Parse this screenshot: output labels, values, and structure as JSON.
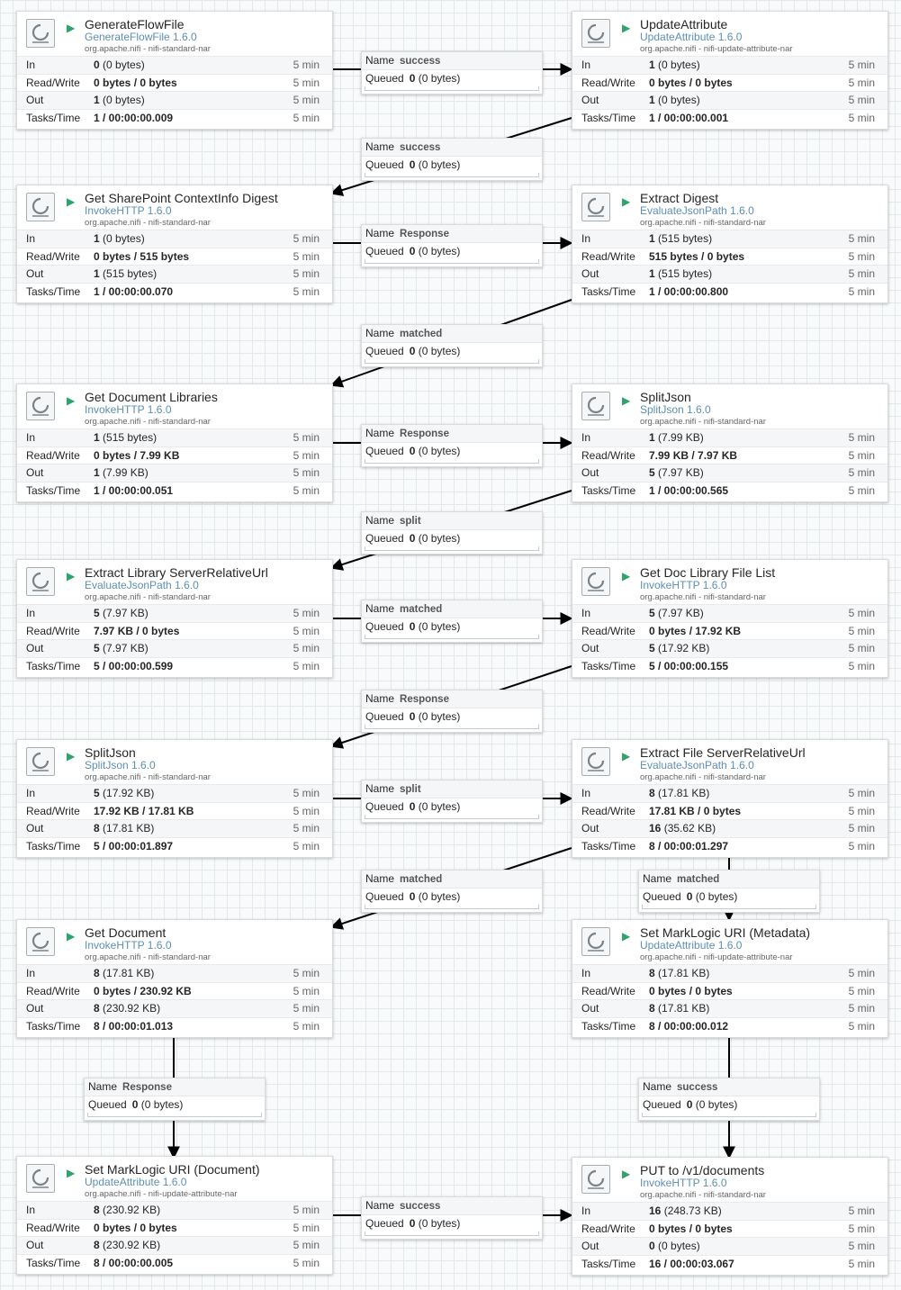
{
  "processors": [
    {
      "name": "GenerateFlowFile",
      "type": "GenerateFlowFile 1.6.0",
      "bundle": "org.apache.nifi - nifi-standard-nar",
      "in_count": "0",
      "in_size": "(0 bytes)",
      "rw": "0 bytes / 0 bytes",
      "out_count": "1",
      "out_size": "(0 bytes)",
      "tasks": "1 / 00:00:00.009",
      "window": "5 min"
    },
    {
      "name": "UpdateAttribute",
      "type": "UpdateAttribute 1.6.0",
      "bundle": "org.apache.nifi - nifi-update-attribute-nar",
      "in_count": "1",
      "in_size": "(0 bytes)",
      "rw": "0 bytes / 0 bytes",
      "out_count": "1",
      "out_size": "(0 bytes)",
      "tasks": "1 / 00:00:00.001",
      "window": "5 min"
    },
    {
      "name": "Get SharePoint ContextInfo Digest",
      "type": "InvokeHTTP 1.6.0",
      "bundle": "org.apache.nifi - nifi-standard-nar",
      "in_count": "1",
      "in_size": "(0 bytes)",
      "rw": "0 bytes / 515 bytes",
      "out_count": "1",
      "out_size": "(515 bytes)",
      "tasks": "1 / 00:00:00.070",
      "window": "5 min"
    },
    {
      "name": "Extract Digest",
      "type": "EvaluateJsonPath 1.6.0",
      "bundle": "org.apache.nifi - nifi-standard-nar",
      "in_count": "1",
      "in_size": "(515 bytes)",
      "rw": "515 bytes / 0 bytes",
      "out_count": "1",
      "out_size": "(515 bytes)",
      "tasks": "1 / 00:00:00.800",
      "window": "5 min"
    },
    {
      "name": "Get Document Libraries",
      "type": "InvokeHTTP 1.6.0",
      "bundle": "org.apache.nifi - nifi-standard-nar",
      "in_count": "1",
      "in_size": "(515 bytes)",
      "rw": "0 bytes / 7.99 KB",
      "out_count": "1",
      "out_size": "(7.99 KB)",
      "tasks": "1 / 00:00:00.051",
      "window": "5 min"
    },
    {
      "name": "SplitJson",
      "type": "SplitJson 1.6.0",
      "bundle": "org.apache.nifi - nifi-standard-nar",
      "in_count": "1",
      "in_size": "(7.99 KB)",
      "rw": "7.99 KB / 7.97 KB",
      "out_count": "5",
      "out_size": "(7.97 KB)",
      "tasks": "1 / 00:00:00.565",
      "window": "5 min"
    },
    {
      "name": "Extract Library ServerRelativeUrl",
      "type": "EvaluateJsonPath 1.6.0",
      "bundle": "org.apache.nifi - nifi-standard-nar",
      "in_count": "5",
      "in_size": "(7.97 KB)",
      "rw": "7.97 KB / 0 bytes",
      "out_count": "5",
      "out_size": "(7.97 KB)",
      "tasks": "5 / 00:00:00.599",
      "window": "5 min"
    },
    {
      "name": "Get Doc Library File List",
      "type": "InvokeHTTP 1.6.0",
      "bundle": "org.apache.nifi - nifi-standard-nar",
      "in_count": "5",
      "in_size": "(7.97 KB)",
      "rw": "0 bytes / 17.92 KB",
      "out_count": "5",
      "out_size": "(17.92 KB)",
      "tasks": "5 / 00:00:00.155",
      "window": "5 min"
    },
    {
      "name": "SplitJson",
      "type": "SplitJson 1.6.0",
      "bundle": "org.apache.nifi - nifi-standard-nar",
      "in_count": "5",
      "in_size": "(17.92 KB)",
      "rw": "17.92 KB / 17.81 KB",
      "out_count": "8",
      "out_size": "(17.81 KB)",
      "tasks": "5 / 00:00:01.897",
      "window": "5 min"
    },
    {
      "name": "Extract File ServerRelativeUrl",
      "type": "EvaluateJsonPath 1.6.0",
      "bundle": "org.apache.nifi - nifi-standard-nar",
      "in_count": "8",
      "in_size": "(17.81 KB)",
      "rw": "17.81 KB / 0 bytes",
      "out_count": "16",
      "out_size": "(35.62 KB)",
      "tasks": "8 / 00:00:01.297",
      "window": "5 min"
    },
    {
      "name": "Get Document",
      "type": "InvokeHTTP 1.6.0",
      "bundle": "org.apache.nifi - nifi-standard-nar",
      "in_count": "8",
      "in_size": "(17.81 KB)",
      "rw": "0 bytes / 230.92 KB",
      "out_count": "8",
      "out_size": "(230.92 KB)",
      "tasks": "8 / 00:00:01.013",
      "window": "5 min"
    },
    {
      "name": "Set MarkLogic URI (Metadata)",
      "type": "UpdateAttribute 1.6.0",
      "bundle": "org.apache.nifi - nifi-update-attribute-nar",
      "in_count": "8",
      "in_size": "(17.81 KB)",
      "rw": "0 bytes / 0 bytes",
      "out_count": "8",
      "out_size": "(17.81 KB)",
      "tasks": "8 / 00:00:00.012",
      "window": "5 min"
    },
    {
      "name": "Set MarkLogic URI (Document)",
      "type": "UpdateAttribute 1.6.0",
      "bundle": "org.apache.nifi - nifi-update-attribute-nar",
      "in_count": "8",
      "in_size": "(230.92 KB)",
      "rw": "0 bytes / 0 bytes",
      "out_count": "8",
      "out_size": "(230.92 KB)",
      "tasks": "8 / 00:00:00.005",
      "window": "5 min"
    },
    {
      "name": "PUT to /v1/documents",
      "type": "InvokeHTTP 1.6.0",
      "bundle": "org.apache.nifi - nifi-standard-nar",
      "in_count": "16",
      "in_size": "(248.73 KB)",
      "rw": "0 bytes / 0 bytes",
      "out_count": "0",
      "out_size": "(0 bytes)",
      "tasks": "16 / 00:00:03.067",
      "window": "5 min"
    }
  ],
  "stat_labels": {
    "in": "In",
    "rw": "Read/Write",
    "out": "Out",
    "tasks": "Tasks/Time"
  },
  "connection_labels": {
    "name": "Name",
    "queued": "Queued"
  },
  "connections": [
    {
      "name": "success",
      "queued_count": "0",
      "queued_size": "(0 bytes)"
    },
    {
      "name": "success",
      "queued_count": "0",
      "queued_size": "(0 bytes)"
    },
    {
      "name": "Response",
      "queued_count": "0",
      "queued_size": "(0 bytes)"
    },
    {
      "name": "matched",
      "queued_count": "0",
      "queued_size": "(0 bytes)"
    },
    {
      "name": "Response",
      "queued_count": "0",
      "queued_size": "(0 bytes)"
    },
    {
      "name": "split",
      "queued_count": "0",
      "queued_size": "(0 bytes)"
    },
    {
      "name": "matched",
      "queued_count": "0",
      "queued_size": "(0 bytes)"
    },
    {
      "name": "Response",
      "queued_count": "0",
      "queued_size": "(0 bytes)"
    },
    {
      "name": "split",
      "queued_count": "0",
      "queued_size": "(0 bytes)"
    },
    {
      "name": "matched",
      "queued_count": "0",
      "queued_size": "(0 bytes)"
    },
    {
      "name": "matched",
      "queued_count": "0",
      "queued_size": "(0 bytes)"
    },
    {
      "name": "Response",
      "queued_count": "0",
      "queued_size": "(0 bytes)"
    },
    {
      "name": "success",
      "queued_count": "0",
      "queued_size": "(0 bytes)"
    },
    {
      "name": "success",
      "queued_count": "0",
      "queued_size": "(0 bytes)"
    }
  ],
  "colors": {
    "running": "#2ca46b",
    "processor_type": "#5e8fb0",
    "wire": "#000000"
  },
  "icons": {
    "processor": "processor-icon",
    "status": "play-icon"
  }
}
